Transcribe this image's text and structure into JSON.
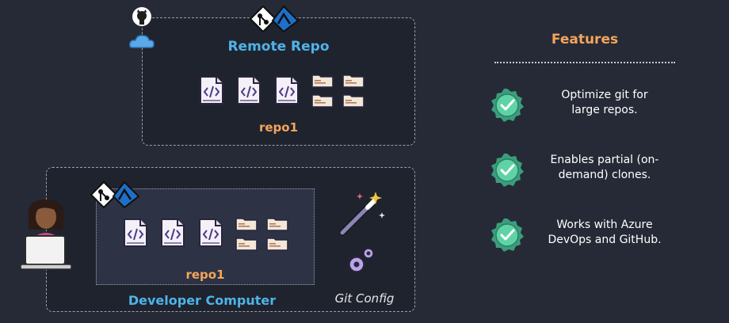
{
  "remote": {
    "title": "Remote Repo",
    "repo_label": "repo1"
  },
  "developer": {
    "title": "Developer Computer",
    "repo_label": "repo1"
  },
  "git_config": {
    "label": "Git Config"
  },
  "features": {
    "title": "Features",
    "items": [
      {
        "line1": "Optimize git for",
        "line2": "large repos."
      },
      {
        "line1": "Enables partial (on-",
        "line2": "demand) clones."
      },
      {
        "line1": "Works with Azure",
        "line2": "DevOps and GitHub."
      }
    ]
  },
  "colors": {
    "background": "#262a36",
    "title_blue": "#4fb3e8",
    "accent_orange": "#f5a55b",
    "badge_green": "#5fd3a6",
    "badge_border": "#3a9e7c",
    "git_logo": "#1e6fc9"
  },
  "icons": [
    "github-icon",
    "cloud-icon",
    "git-icon",
    "scalar-icon",
    "code-file-icon",
    "folder-icon",
    "developer-avatar-icon",
    "laptop-icon",
    "magic-wand-icon",
    "gears-icon",
    "checkmark-badge-icon"
  ]
}
